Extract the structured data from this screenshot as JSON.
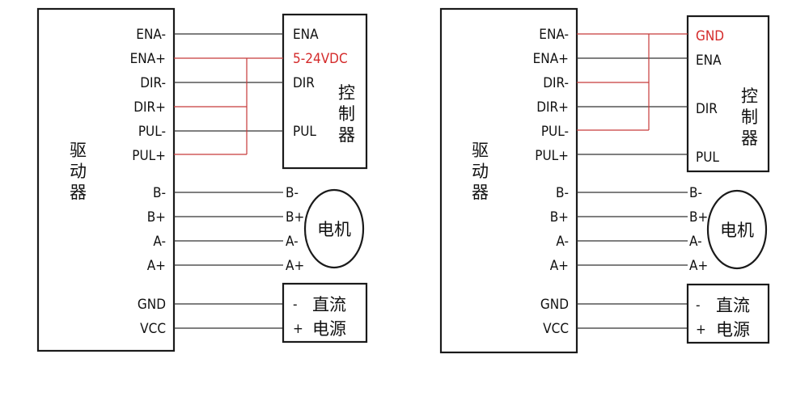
{
  "left": {
    "driver_label": "驱\n动\n器",
    "driver_pins": [
      "ENA-",
      "ENA+",
      "DIR-",
      "DIR+",
      "PUL-",
      "PUL+"
    ],
    "motor_pins": [
      "B-",
      "B+",
      "A-",
      "A+"
    ],
    "power_pins": [
      "GND",
      "VCC"
    ],
    "controller_pins": [
      "ENA",
      "5-24VDC",
      "DIR",
      "PUL"
    ],
    "controller_label": "控\n制\n器",
    "motor_side_pins": [
      "B-",
      "B+",
      "A-",
      "A+"
    ],
    "motor_label": "电机",
    "supply_signs": [
      "-",
      "+"
    ],
    "supply_text": [
      "直流",
      "电源"
    ]
  },
  "right": {
    "driver_label": "驱\n动\n器",
    "driver_pins": [
      "ENA-",
      "ENA+",
      "DIR-",
      "DIR+",
      "PUL-",
      "PUL+"
    ],
    "motor_pins": [
      "B-",
      "B+",
      "A-",
      "A+"
    ],
    "power_pins": [
      "GND",
      "VCC"
    ],
    "controller_pins": [
      "GND",
      "ENA",
      "DIR",
      "PUL"
    ],
    "controller_label": "控\n制\n器",
    "motor_side_pins": [
      "B-",
      "B+",
      "A-",
      "A+"
    ],
    "motor_label": "电机",
    "supply_signs": [
      "-",
      "+"
    ],
    "supply_text": [
      "直流",
      "电源"
    ]
  },
  "colors": {
    "highlight": "#d42a2a",
    "line": "#333333"
  }
}
